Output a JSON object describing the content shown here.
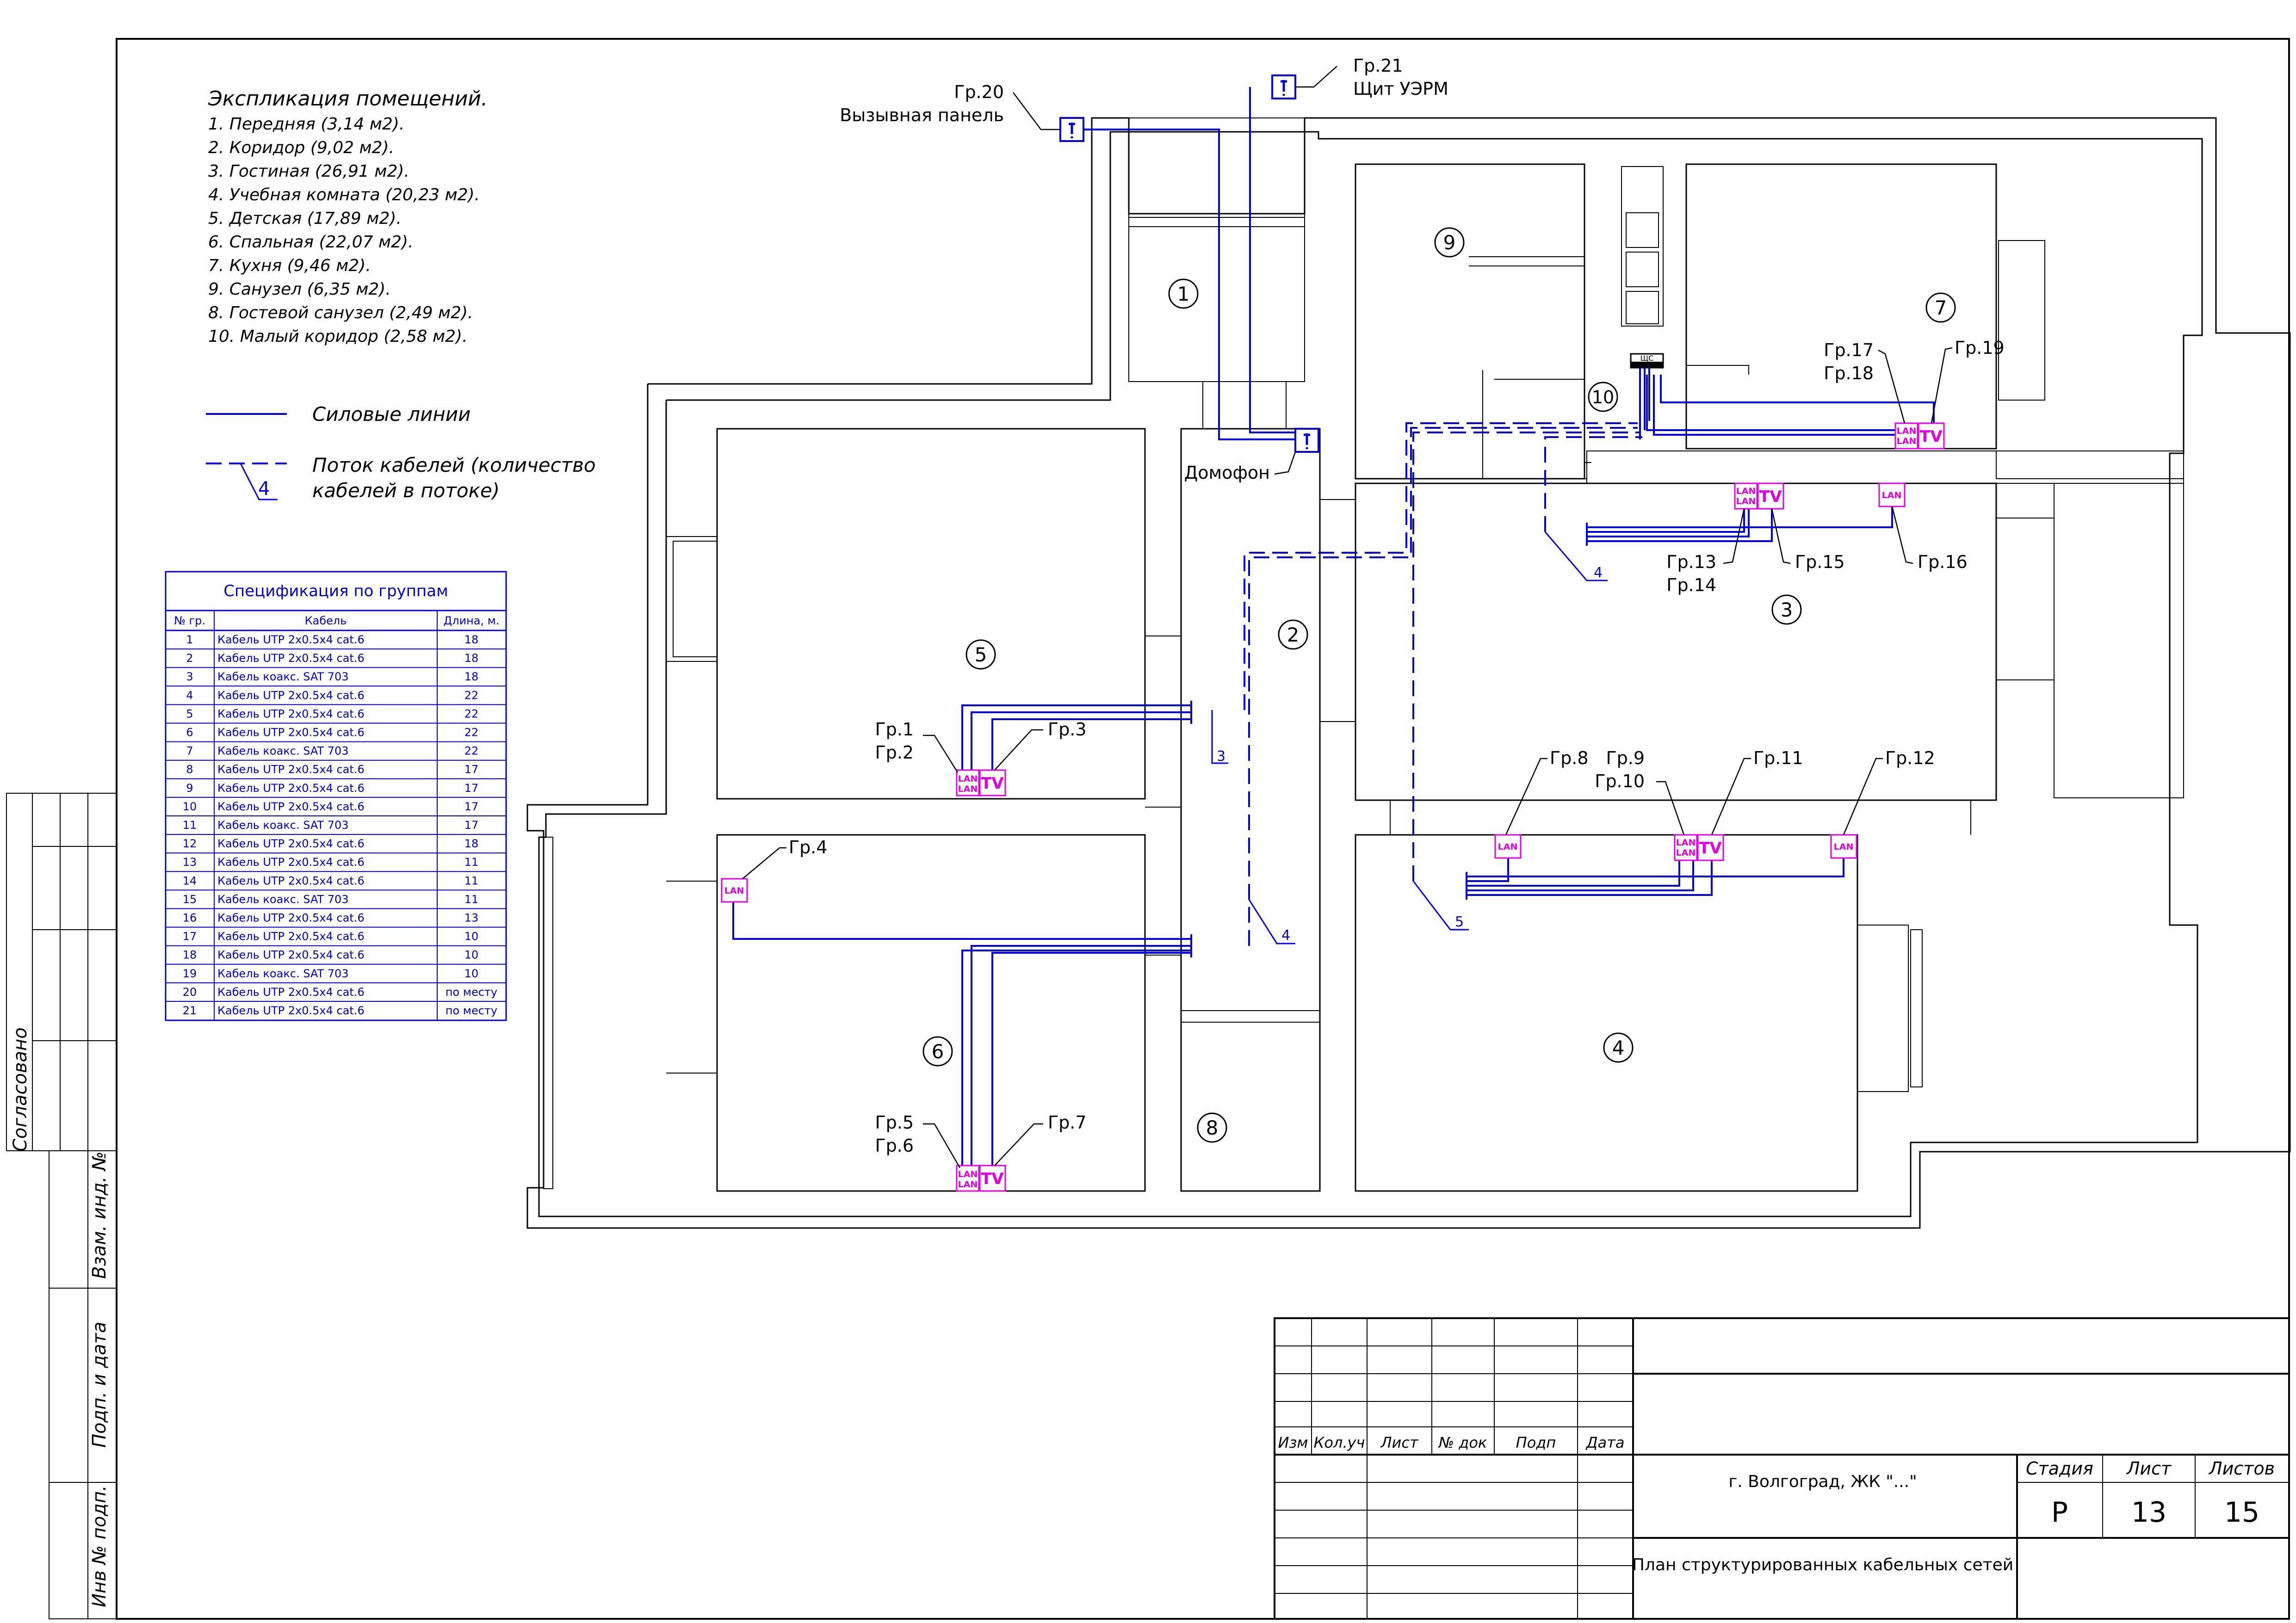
{
  "explication": {
    "title": "Экспликация помещений.",
    "items": [
      "1. Передняя (3,14 м2).",
      "2. Коридор (9,02 м2).",
      "3. Гостиная (26,91 м2).",
      "4. Учебная комната (20,23 м2).",
      "5. Детская (17,89 м2).",
      "6. Спальная (22,07 м2).",
      "7. Кухня (9,46 м2).",
      "9. Санузел (6,35 м2).",
      "8. Гостевой санузел (2,49 м2).",
      "10. Малый коридор (2,58 м2)."
    ]
  },
  "legend": {
    "power": "Силовые линии",
    "flow_line1": "Поток кабелей (количество",
    "flow_line2": "кабелей в потоке)",
    "flow_num": "4"
  },
  "spec": {
    "title": "Спецификация по группам",
    "headers": [
      "№ гр.",
      "Кабель",
      "Длина, м."
    ],
    "rows": [
      [
        "1",
        "Кабель UTP 2x0.5x4 cat.6",
        "18"
      ],
      [
        "2",
        "Кабель UTP 2x0.5x4 cat.6",
        "18"
      ],
      [
        "3",
        "Кабель коакс. SAT 703",
        "18"
      ],
      [
        "4",
        "Кабель UTP 2x0.5x4 cat.6",
        "22"
      ],
      [
        "5",
        "Кабель UTP 2x0.5x4 cat.6",
        "22"
      ],
      [
        "6",
        "Кабель UTP 2x0.5x4 cat.6",
        "22"
      ],
      [
        "7",
        "Кабель коакс. SAT 703",
        "22"
      ],
      [
        "8",
        "Кабель UTP 2x0.5x4 cat.6",
        "17"
      ],
      [
        "9",
        "Кабель UTP 2x0.5x4 cat.6",
        "17"
      ],
      [
        "10",
        "Кабель UTP 2x0.5x4 cat.6",
        "17"
      ],
      [
        "11",
        "Кабель коакс. SAT 703",
        "17"
      ],
      [
        "12",
        "Кабель UTP 2x0.5x4 cat.6",
        "18"
      ],
      [
        "13",
        "Кабель UTP 2x0.5x4 cat.6",
        "11"
      ],
      [
        "14",
        "Кабель UTP 2x0.5x4 cat.6",
        "11"
      ],
      [
        "15",
        "Кабель коакс. SAT 703",
        "11"
      ],
      [
        "16",
        "Кабель UTP 2x0.5x4 cat.6",
        "13"
      ],
      [
        "17",
        "Кабель UTP 2x0.5x4 cat.6",
        "10"
      ],
      [
        "18",
        "Кабель UTP 2x0.5x4 cat.6",
        "10"
      ],
      [
        "19",
        "Кабель коакс. SAT 703",
        "10"
      ],
      [
        "20",
        "Кабель UTP 2x0.5x4 cat.6",
        "по месту"
      ],
      [
        "21",
        "Кабель UTP 2x0.5x4 cat.6",
        "по месту"
      ]
    ]
  },
  "side": {
    "agreed": "Согласовано",
    "vzam": "Взам. инд. №",
    "podp": "Подп. и дата",
    "inv": "Инв № подп."
  },
  "labels": {
    "gr20": "Гр.20",
    "call_panel": "Вызывная панель",
    "gr21": "Гр.21",
    "panel": "Щит УЭРМ",
    "intercom": "Домофон",
    "gr1": "Гр.1",
    "gr2": "Гр.2",
    "gr3": "Гр.3",
    "gr4": "Гр.4",
    "gr5": "Гр.5",
    "gr6": "Гр.6",
    "gr7": "Гр.7",
    "gr8": "Гр.8",
    "gr9": "Гр.9",
    "gr10": "Гр.10",
    "gr11": "Гр.11",
    "gr12": "Гр.12",
    "gr13": "Гр.13",
    "gr14": "Гр.14",
    "gr15": "Гр.15",
    "gr16": "Гр.16",
    "gr17": "Гр.17",
    "gr18": "Гр.18",
    "gr19": "Гр.19",
    "flow3": "3",
    "flow4a": "4",
    "flow4b": "4",
    "flow5": "5",
    "shield": "ЩС"
  },
  "sockets": {
    "lan": "LAN",
    "tv": "TV"
  },
  "rooms": [
    "1",
    "2",
    "3",
    "4",
    "5",
    "6",
    "7",
    "8",
    "9",
    "10"
  ],
  "title_block": {
    "col_izm": "Изм",
    "col_kol": "Кол.уч",
    "col_list": "Лист",
    "col_ndok": "№ док",
    "col_podp": "Подп",
    "col_data": "Дата",
    "location": "г. Волгоград, ЖК \"...\"",
    "sheet_title": "План структурированных кабельных сетей",
    "stage_h": "Стадия",
    "sheet_h": "Лист",
    "sheets_h": "Листов",
    "stage": "Р",
    "sheet": "13",
    "sheets": "15"
  },
  "colors": {
    "cable": "#0000dd",
    "socket": "#e000e0",
    "ink": "#000000"
  }
}
